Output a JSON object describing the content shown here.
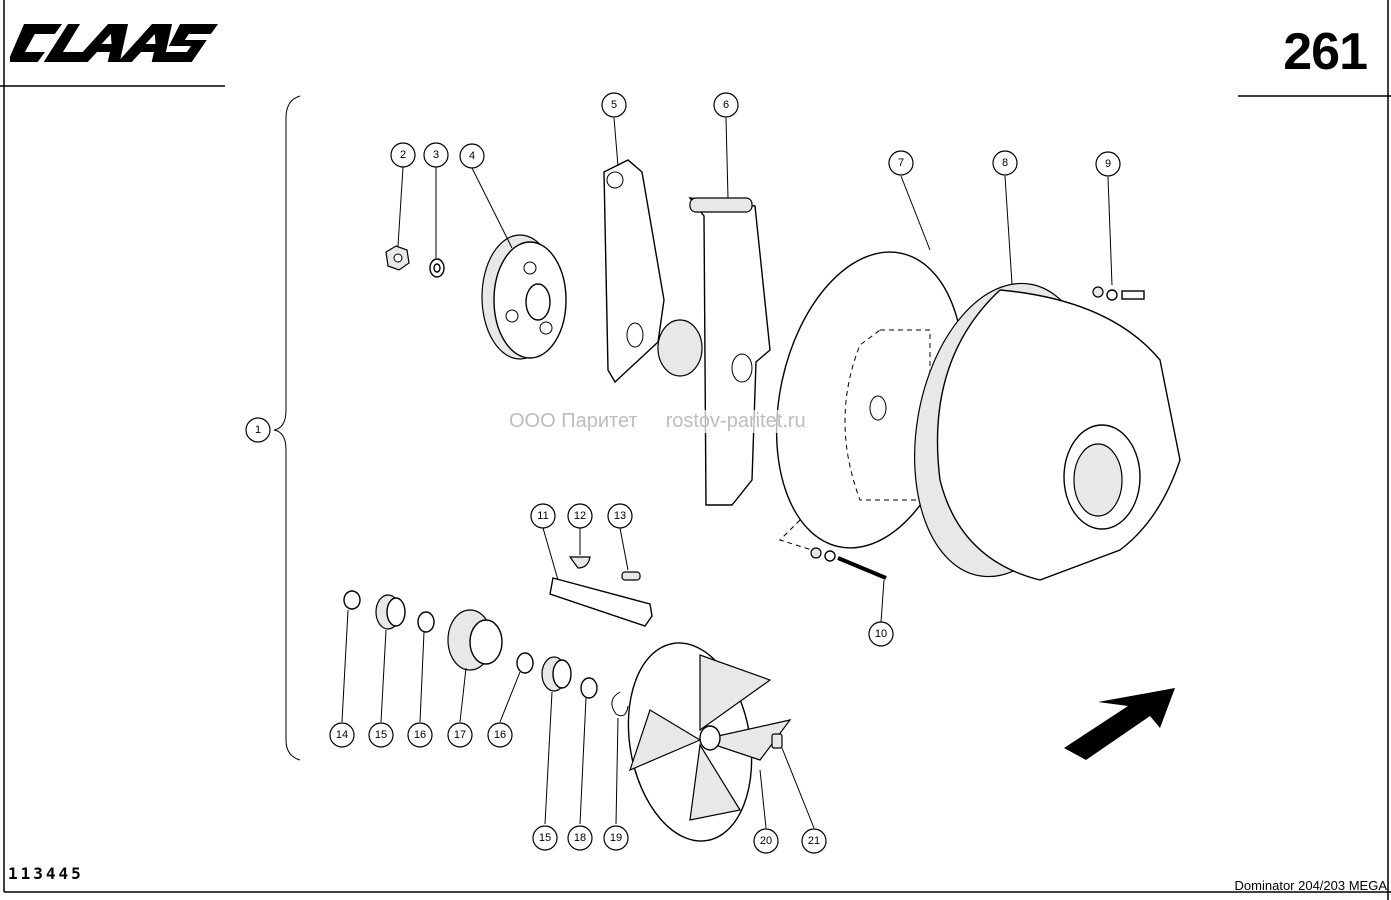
{
  "header": {
    "brand": "CLAAS",
    "page_number": "261"
  },
  "footer": {
    "doc_number": "113445",
    "model_caption": "Dominator 204/203 MEGA"
  },
  "watermark": {
    "company": "ООО Паритет",
    "site": "rostov-paritet.ru"
  },
  "callouts": [
    {
      "id": "c1",
      "label": "1"
    },
    {
      "id": "c2",
      "label": "2"
    },
    {
      "id": "c3",
      "label": "3"
    },
    {
      "id": "c4",
      "label": "4"
    },
    {
      "id": "c5",
      "label": "5"
    },
    {
      "id": "c6",
      "label": "6"
    },
    {
      "id": "c7",
      "label": "7"
    },
    {
      "id": "c8",
      "label": "8"
    },
    {
      "id": "c9",
      "label": "9"
    },
    {
      "id": "c10",
      "label": "10"
    },
    {
      "id": "c11",
      "label": "11"
    },
    {
      "id": "c12",
      "label": "12"
    },
    {
      "id": "c13",
      "label": "13"
    },
    {
      "id": "c14",
      "label": "14"
    },
    {
      "id": "c15a",
      "label": "15"
    },
    {
      "id": "c16a",
      "label": "16"
    },
    {
      "id": "c17",
      "label": "17"
    },
    {
      "id": "c16b",
      "label": "16"
    },
    {
      "id": "c15b",
      "label": "15"
    },
    {
      "id": "c18",
      "label": "18"
    },
    {
      "id": "c19",
      "label": "19"
    },
    {
      "id": "c20",
      "label": "20"
    },
    {
      "id": "c21",
      "label": "21"
    }
  ]
}
